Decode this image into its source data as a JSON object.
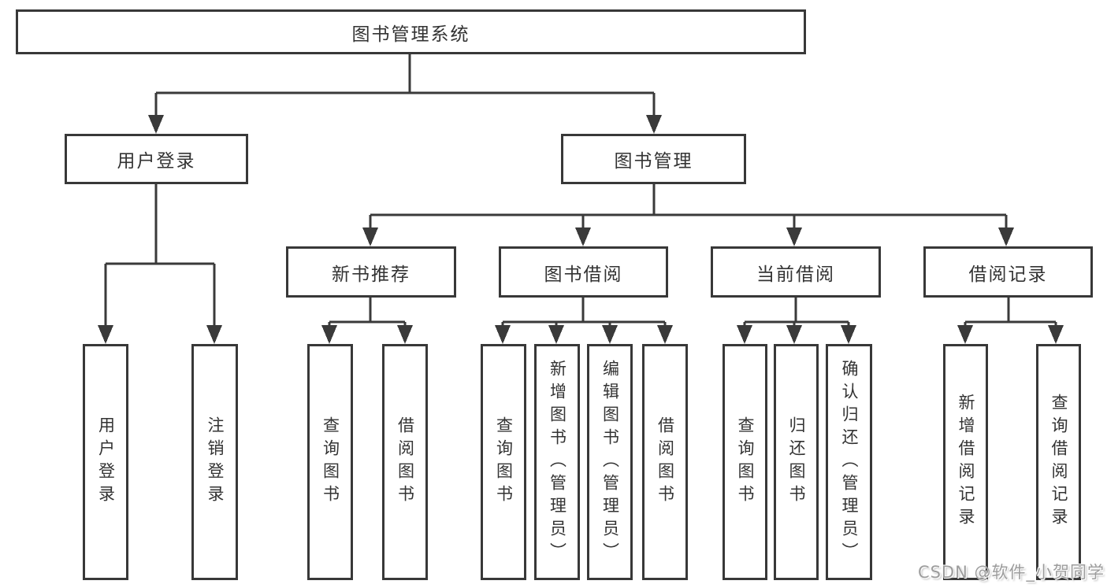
{
  "diagram": {
    "nodes": {
      "root": "图书管理系统",
      "level2": [
        "用户登录",
        "图书管理"
      ],
      "level3": [
        "新书推荐",
        "图书借阅",
        "当前借阅",
        "借阅记录"
      ],
      "leaves": [
        "用户登录",
        "注销登录",
        "查询图书",
        "借阅图书",
        "查询图书",
        "新增图书（管理员）",
        "编辑图书（管理员）",
        "借阅图书",
        "查询图书",
        "归还图书",
        "确认归还（管理员）",
        "新增借阅记录",
        "查询借阅记录"
      ]
    },
    "colors": {
      "line": "#3a3a3a",
      "text": "#333333",
      "background": "#ffffff",
      "watermark": "#9c9c9c"
    },
    "watermark": "CSDN @软件_小贺同学"
  }
}
